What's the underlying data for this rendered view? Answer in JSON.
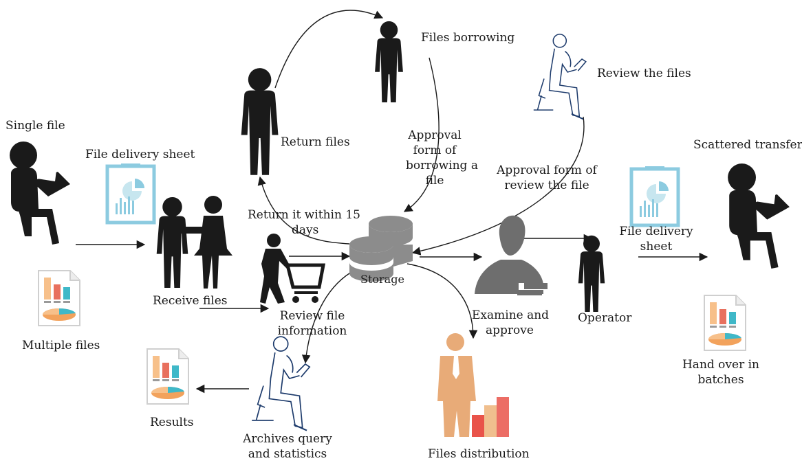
{
  "labels": {
    "single_file": "Single file",
    "file_delivery_sheet_left": "File delivery sheet",
    "multiple_files": "Multiple files",
    "receive_files": "Receive files",
    "return_files": "Return files",
    "files_borrowing": "Files borrowing",
    "approval_borrow_1": "Approval",
    "approval_borrow_2": "form of",
    "approval_borrow_3": "borrowing a",
    "approval_borrow_4": "file",
    "return_within_1": "Return it within 15",
    "return_within_2": "days",
    "review_files": "Review the files",
    "approval_review_1": "Approval form of",
    "approval_review_2": "review the file",
    "storage": "Storage",
    "review_info_1": "Review file",
    "review_info_2": "information",
    "examine_1": "Examine and",
    "examine_2": "approve",
    "operator": "Operator",
    "file_delivery_sheet_right_1": "File delivery",
    "file_delivery_sheet_right_2": "sheet",
    "scattered_transfer": "Scattered transfer",
    "hand_over_1": "Hand over in",
    "hand_over_2": "batches",
    "results": "Results",
    "archives_1": "Archives query",
    "archives_2": "and statistics",
    "files_distribution": "Files distribution"
  },
  "colors": {
    "figure": "#1a1a1a",
    "storage_disk": "#8c8c8c",
    "clipboard": "#8ccbe0",
    "bar_orange": "#f7c08a",
    "bar_red": "#e8705e",
    "bar_teal": "#3fb8c8",
    "executive": "#e8ab78",
    "executive_bar_red": "#e9534a",
    "line_art": "#1c3a6b"
  },
  "icons": [
    "reading-person-icon",
    "clipboard-report-icon",
    "document-chart-icon",
    "handshake-icon",
    "standing-person-icon",
    "cart-person-icon",
    "database-icon",
    "seated-reviewer-icon",
    "manager-icon",
    "executive-chart-icon"
  ]
}
